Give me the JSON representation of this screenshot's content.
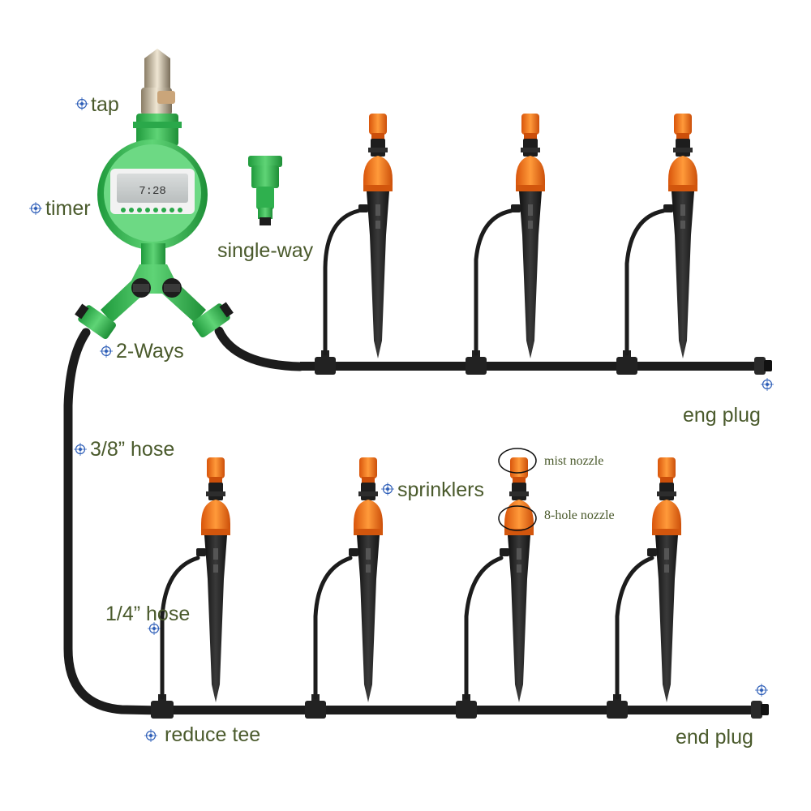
{
  "labels": {
    "tap": "tap",
    "timer": "timer",
    "single_way": "single-way",
    "two_ways": "2-Ways",
    "hose_38": "3/8” hose",
    "sprinklers": "sprinklers",
    "mist_nozzle": "mist nozzle",
    "eight_hole_nozzle": "8-hole nozzle",
    "hose_14": "1/4” hose",
    "reduce_tee": "reduce tee",
    "eng_plug": "eng plug",
    "end_plug": "end plug"
  },
  "timer_display": "7:28",
  "colors": {
    "label_text": "#4a5a2c",
    "pin_marker": "#2f5fb8",
    "hose": "#1c1c1c",
    "stake": "#2a2a2a",
    "nozzle_orange": "#f07a1a",
    "timer_green": "#3fbf5a",
    "tap_metal": "#b8a98a"
  },
  "icons": [
    "pin-marker-icon"
  ]
}
